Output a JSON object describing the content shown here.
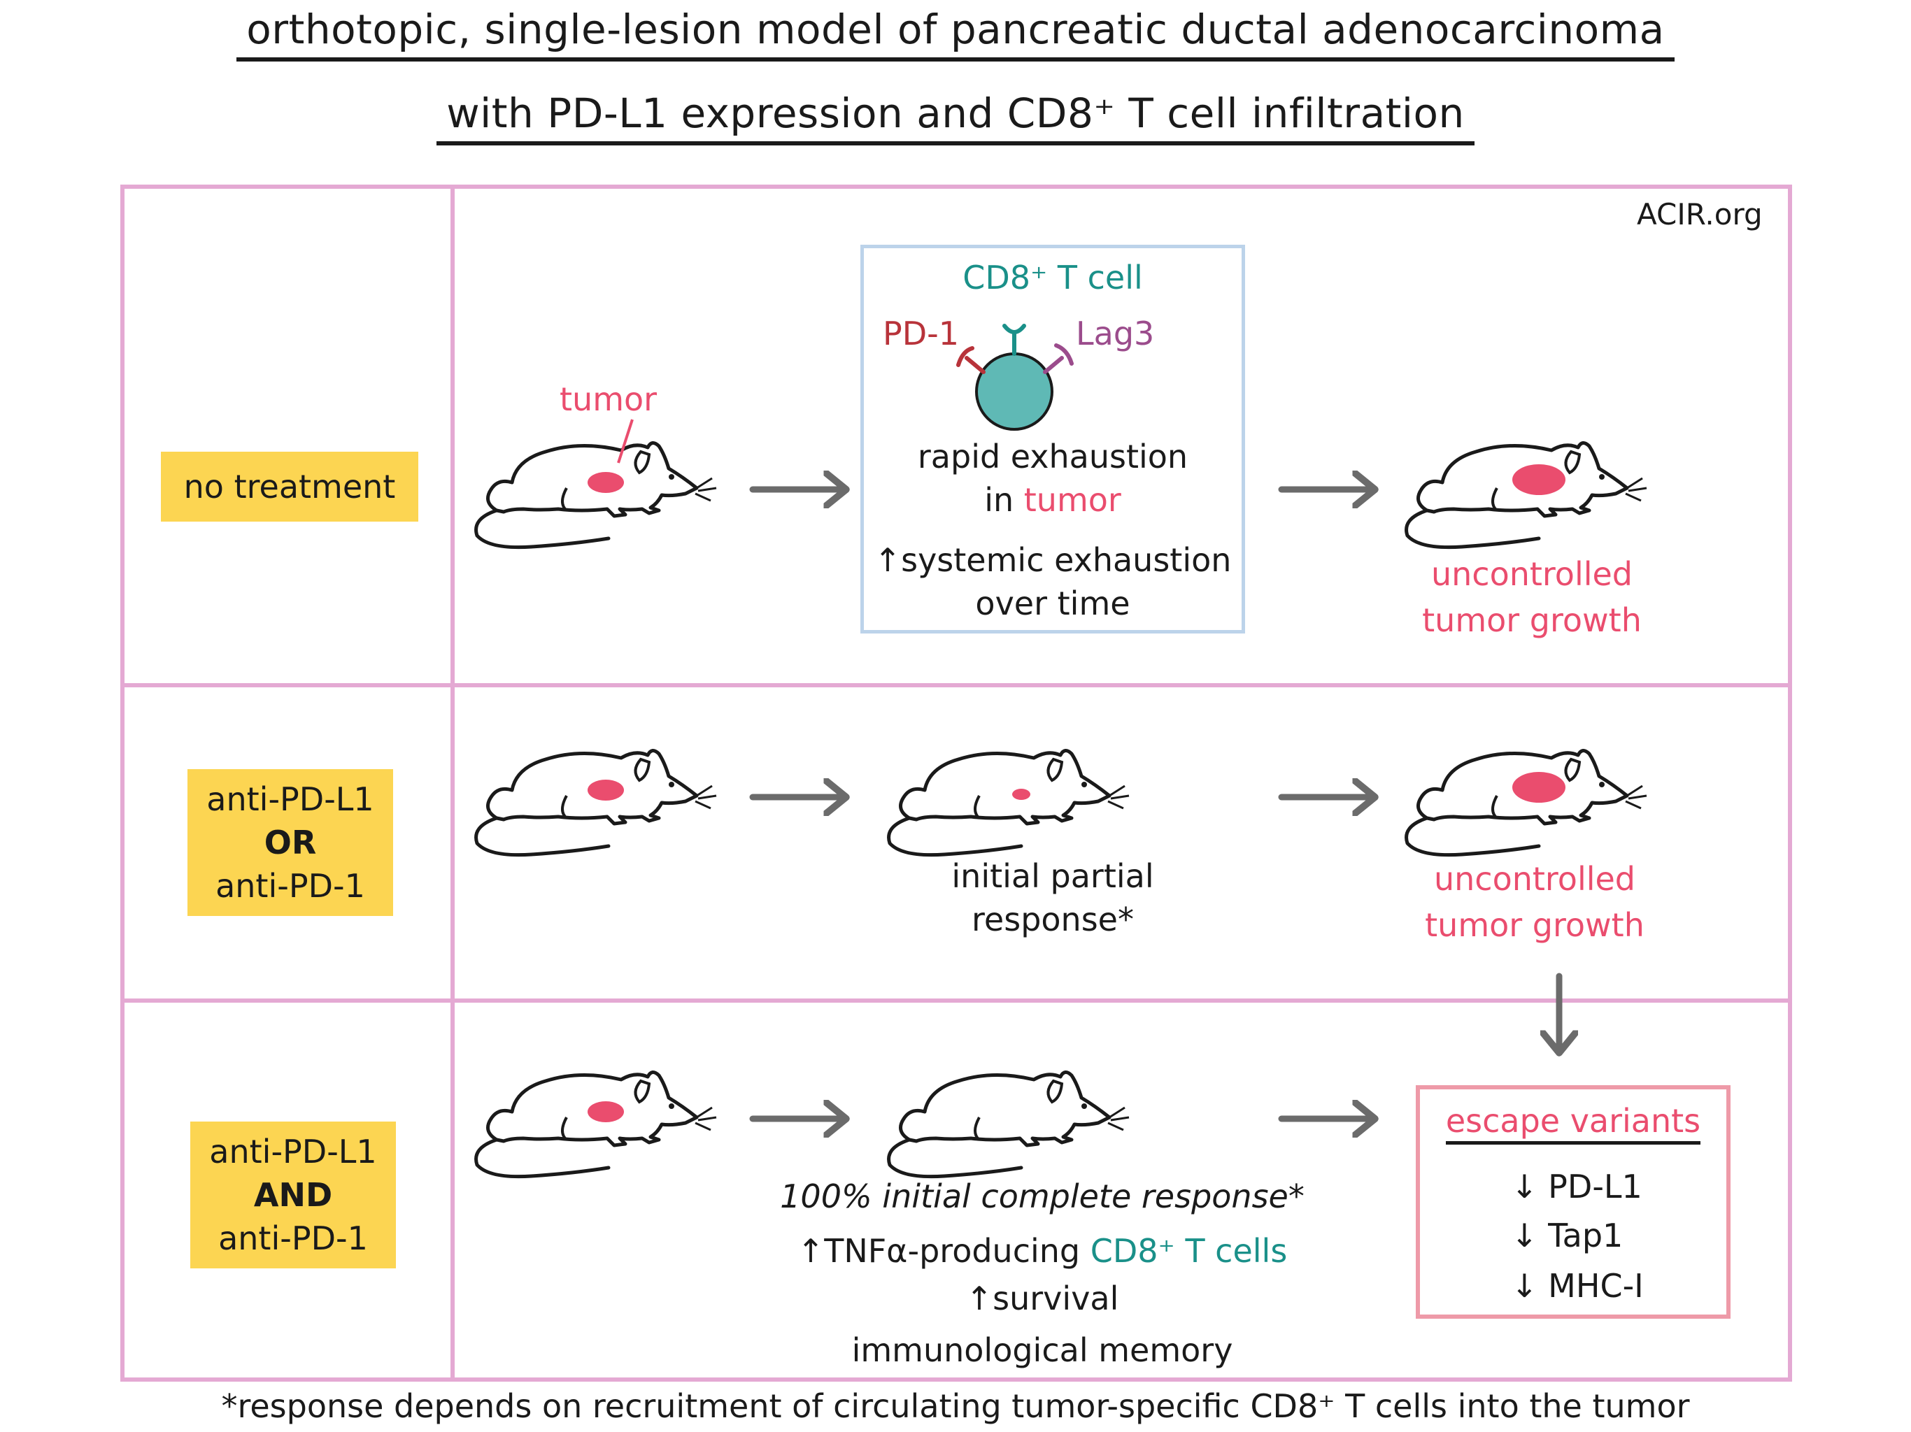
{
  "title": {
    "line1": "orthotopic, single-lesion model of pancreatic ductal adenocarcinoma",
    "line2": "with PD-L1 expression and CD8⁺ T cell infiltration"
  },
  "credit": "ACIR.org",
  "rows": [
    {
      "label": "no treatment",
      "tumor_label": "tumor",
      "cell": {
        "name": "CD8⁺ T cell",
        "receptor_left": "PD-1",
        "receptor_right": "Lag3",
        "line1": "rapid exhaustion",
        "line2_prefix": "in ",
        "line2_highlight": "tumor",
        "line3": "↑systemic exhaustion",
        "line4": "over time"
      },
      "outcome_line1": "uncontrolled",
      "outcome_line2": "tumor growth"
    },
    {
      "label_line1": "anti-PD-L1",
      "label_line2": "OR",
      "label_line3": "anti-PD-1",
      "middle_line1": "initial partial",
      "middle_line2": "response*",
      "outcome_line1": "uncontrolled",
      "outcome_line2": "tumor growth"
    },
    {
      "label_line1": "anti-PD-L1",
      "label_line2": "AND",
      "label_line3": "anti-PD-1",
      "middle_line1": "100% initial complete response*",
      "middle_line2_prefix": "↑TNFα-producing ",
      "middle_line2_highlight": "CD8⁺ T cells",
      "middle_line3": "↑survival",
      "middle_line4": "immunological memory",
      "escape_title": "escape variants",
      "escape_items": [
        "↓ PD-L1",
        "↓ Tap1",
        "↓ MHC-I"
      ]
    }
  ],
  "footnote": "*response depends on recruitment of circulating tumor-specific CD8⁺ T cells into the tumor",
  "colors": {
    "grid": "#e4a9d3",
    "label_bg": "#fcd552",
    "tumor": "#ea4d6e",
    "cell": "#5fb9b5",
    "arrow": "#6b6b6b"
  }
}
